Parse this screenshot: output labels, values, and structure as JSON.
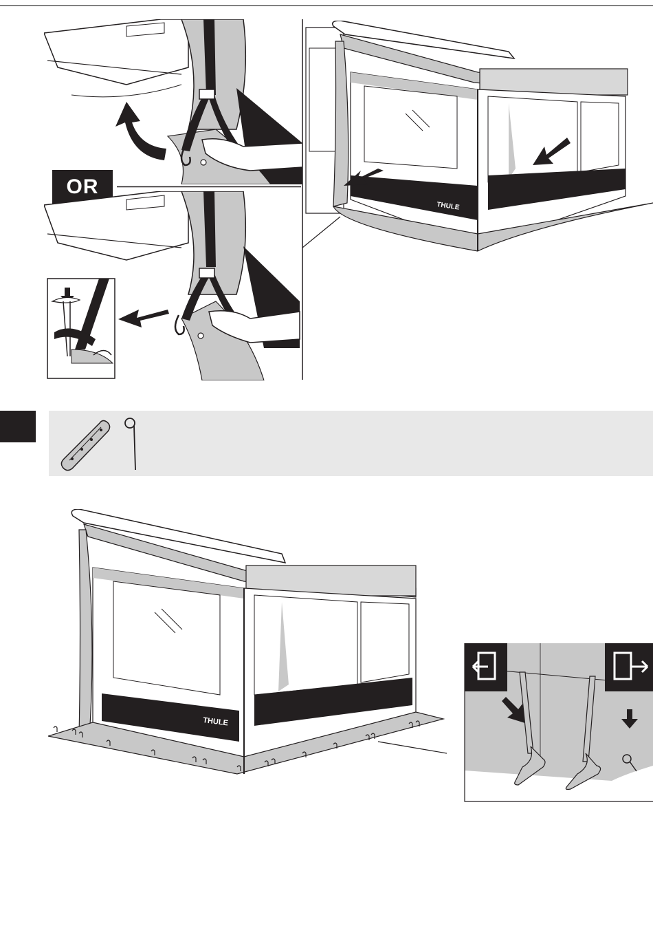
{
  "or_label": "OR",
  "brand": "THULE",
  "icons": {
    "step_marker": "step-number-block",
    "parts": [
      "peg-strip-icon",
      "tent-peg-icon"
    ],
    "insert_from_left": "arrow-into-box-left-icon",
    "insert_from_right": "arrow-out-box-right-icon"
  },
  "colors": {
    "ink": "#231f20",
    "fabric": "#c8c8c8",
    "panel_bg": "#e8e8e8",
    "white": "#ffffff"
  }
}
